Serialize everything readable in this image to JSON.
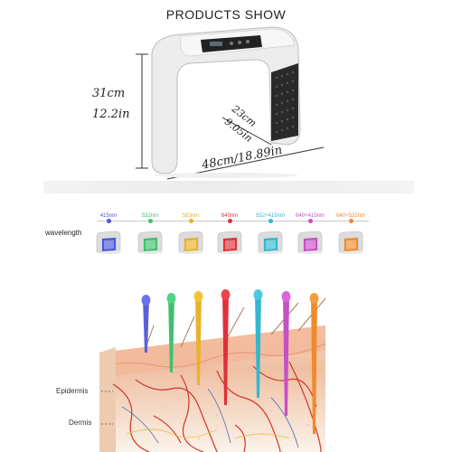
{
  "title": "PRODUCTS SHOW",
  "dimensions": {
    "height_cm": "31cm",
    "height_in": "12.2in",
    "depth_cm": "23cm",
    "depth_in": "9.05in",
    "width": "48cm/18.89in"
  },
  "wavelength": {
    "label": "wavelength",
    "items": [
      {
        "nm": "415nm",
        "color": "#4b55d8"
      },
      {
        "nm": "532nm",
        "color": "#3fc070"
      },
      {
        "nm": "583nm",
        "color": "#e7b32a"
      },
      {
        "nm": "640nm",
        "color": "#e0303a"
      },
      {
        "nm": "532+415nm",
        "color": "#33b7cf"
      },
      {
        "nm": "640+415nm",
        "color": "#c650c8"
      },
      {
        "nm": "640+532nm",
        "color": "#f08a2a"
      }
    ]
  },
  "layers": {
    "epidermis": "Epidermis",
    "dermis": "Dermis"
  },
  "colors": {
    "device_body": "#e9e9e9",
    "led_panel": "#2b2b2b",
    "skin_top": "#f2c7a8",
    "vessel_red": "#d1362a"
  },
  "icons": [
    "led-mask-device",
    "wavelength-dot",
    "light-beam"
  ]
}
